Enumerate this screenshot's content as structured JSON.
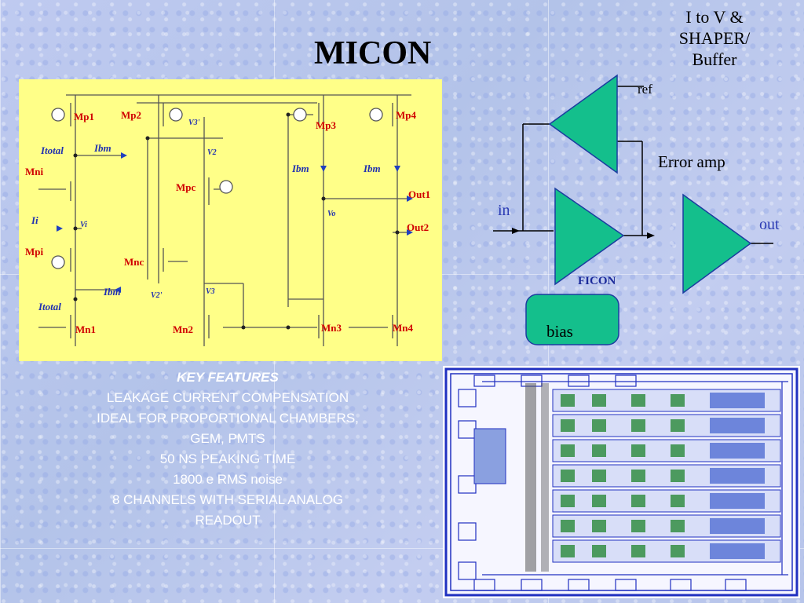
{
  "slide": {
    "title": "MICON",
    "block_title": [
      "I to V &",
      "SHAPER/",
      "Buffer"
    ]
  },
  "schematic": {
    "transistors": [
      "Mp1",
      "Mp2",
      "Mp3",
      "Mp4",
      "Mni",
      "Mpi",
      "Mpc",
      "Mnc",
      "Mn1",
      "Mn2",
      "Mn3",
      "Mn4"
    ],
    "currents": [
      "Itotal",
      "Ibm",
      "Ibm",
      "Ibm",
      "Ibm",
      "Itotal"
    ],
    "nodes": [
      "V3'",
      "V2",
      "Vi",
      "Vo",
      "V2'",
      "V3",
      "Ii",
      "Out1",
      "Out2"
    ]
  },
  "block_diagram": {
    "ref": "ref",
    "error_amp": "Error amp",
    "in": "in",
    "out": "out",
    "ficon": "FICON",
    "bias": "bias",
    "colors": {
      "amp": "#14bf8c",
      "bias": "#14bf8c",
      "blue": "#2b3bb4"
    }
  },
  "features": {
    "header": "KEY FEATURES",
    "lines": [
      "LEAKAGE CURRENT COMPENSATION",
      "IDEAL FOR PROPORTIONAL CHAMBERS,",
      "GEM, PMTS",
      "50 NS PEAKING TIME",
      "1800 e RMS noise",
      "8 CHANNELS WITH SERIAL ANALOG",
      "READOUT"
    ]
  }
}
